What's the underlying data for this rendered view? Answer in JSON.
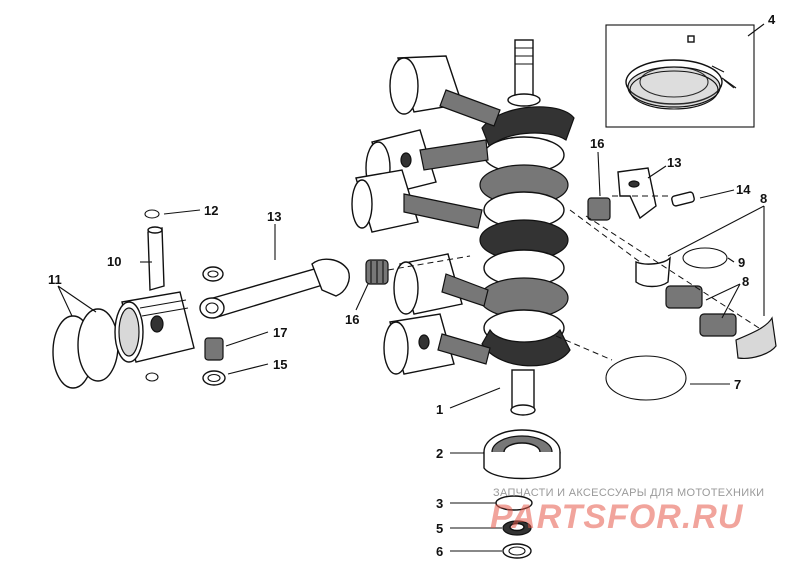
{
  "callouts": {
    "c1": "1",
    "c2": "2",
    "c3": "3",
    "c4": "4",
    "c5": "5",
    "c6": "6",
    "c7": "7",
    "c8a": "8",
    "c8b": "8",
    "c9": "9",
    "c10": "10",
    "c11": "11",
    "c12": "12",
    "c13a": "13",
    "c13b": "13",
    "c14": "14",
    "c15": "15",
    "c16a": "16",
    "c16b": "16",
    "c17": "17"
  },
  "watermark": {
    "caption": "ЗАПЧАСТИ И АКСЕССУАРЫ ДЛЯ МОТОТЕХНИКИ",
    "logo": "PARTSFOR.RU"
  },
  "colors": {
    "ink": "#111111",
    "watermark_logo": "#e65a4a",
    "watermark_caption": "#9a9a9a"
  }
}
